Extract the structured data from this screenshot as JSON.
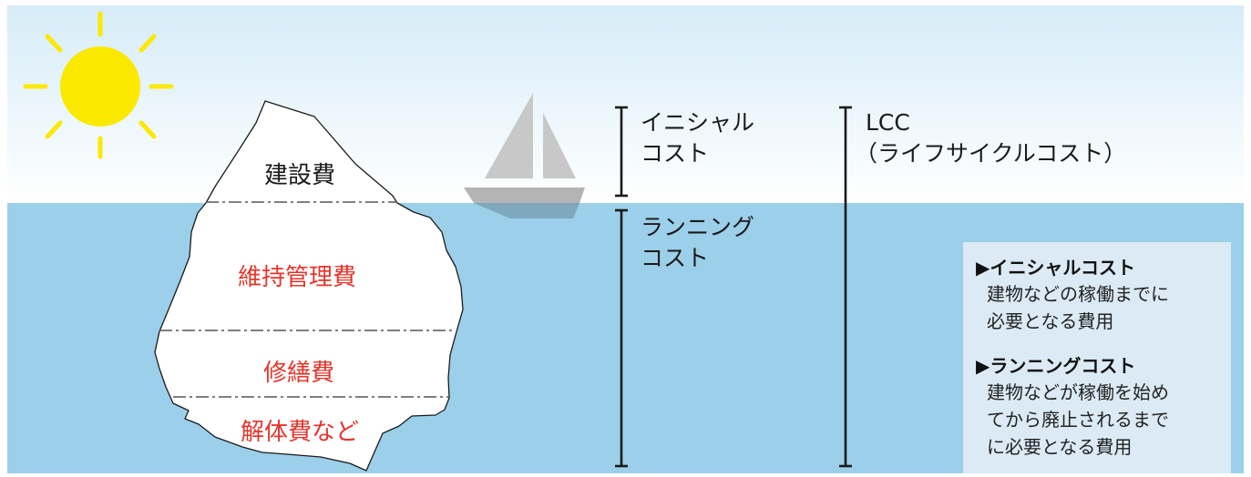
{
  "colors": {
    "sky_top": "#d6ecf8",
    "sky_bottom": "#ffffff",
    "water": "#9ccfe9",
    "sun": "#fbe900",
    "sail": "#c8c8c8",
    "hull_above": "#b4b4b4",
    "hull_below": "#7fa7bd",
    "text_red": "#e4352b",
    "legend_bg": "#dbeaf4"
  },
  "iceberg": {
    "labels": {
      "construction": "建設費",
      "maintenance": "維持管理費",
      "repair": "修繕費",
      "demolition": "解体費など"
    }
  },
  "brackets": {
    "initial": {
      "line1": "イニシャル",
      "line2": "コスト"
    },
    "running": {
      "line1": "ランニング",
      "line2": "コスト"
    },
    "lcc": {
      "line1": "LCC",
      "line2": "（ライフサイクルコスト）"
    }
  },
  "legend": {
    "initial": {
      "head": "▶イニシャルコスト",
      "lines": [
        "建物などの稼働までに",
        "必要となる費用"
      ]
    },
    "running": {
      "head": "▶ランニングコスト",
      "lines": [
        "建物などが稼働を始め",
        "てから廃止されるまで",
        "に必要となる費用"
      ]
    }
  }
}
